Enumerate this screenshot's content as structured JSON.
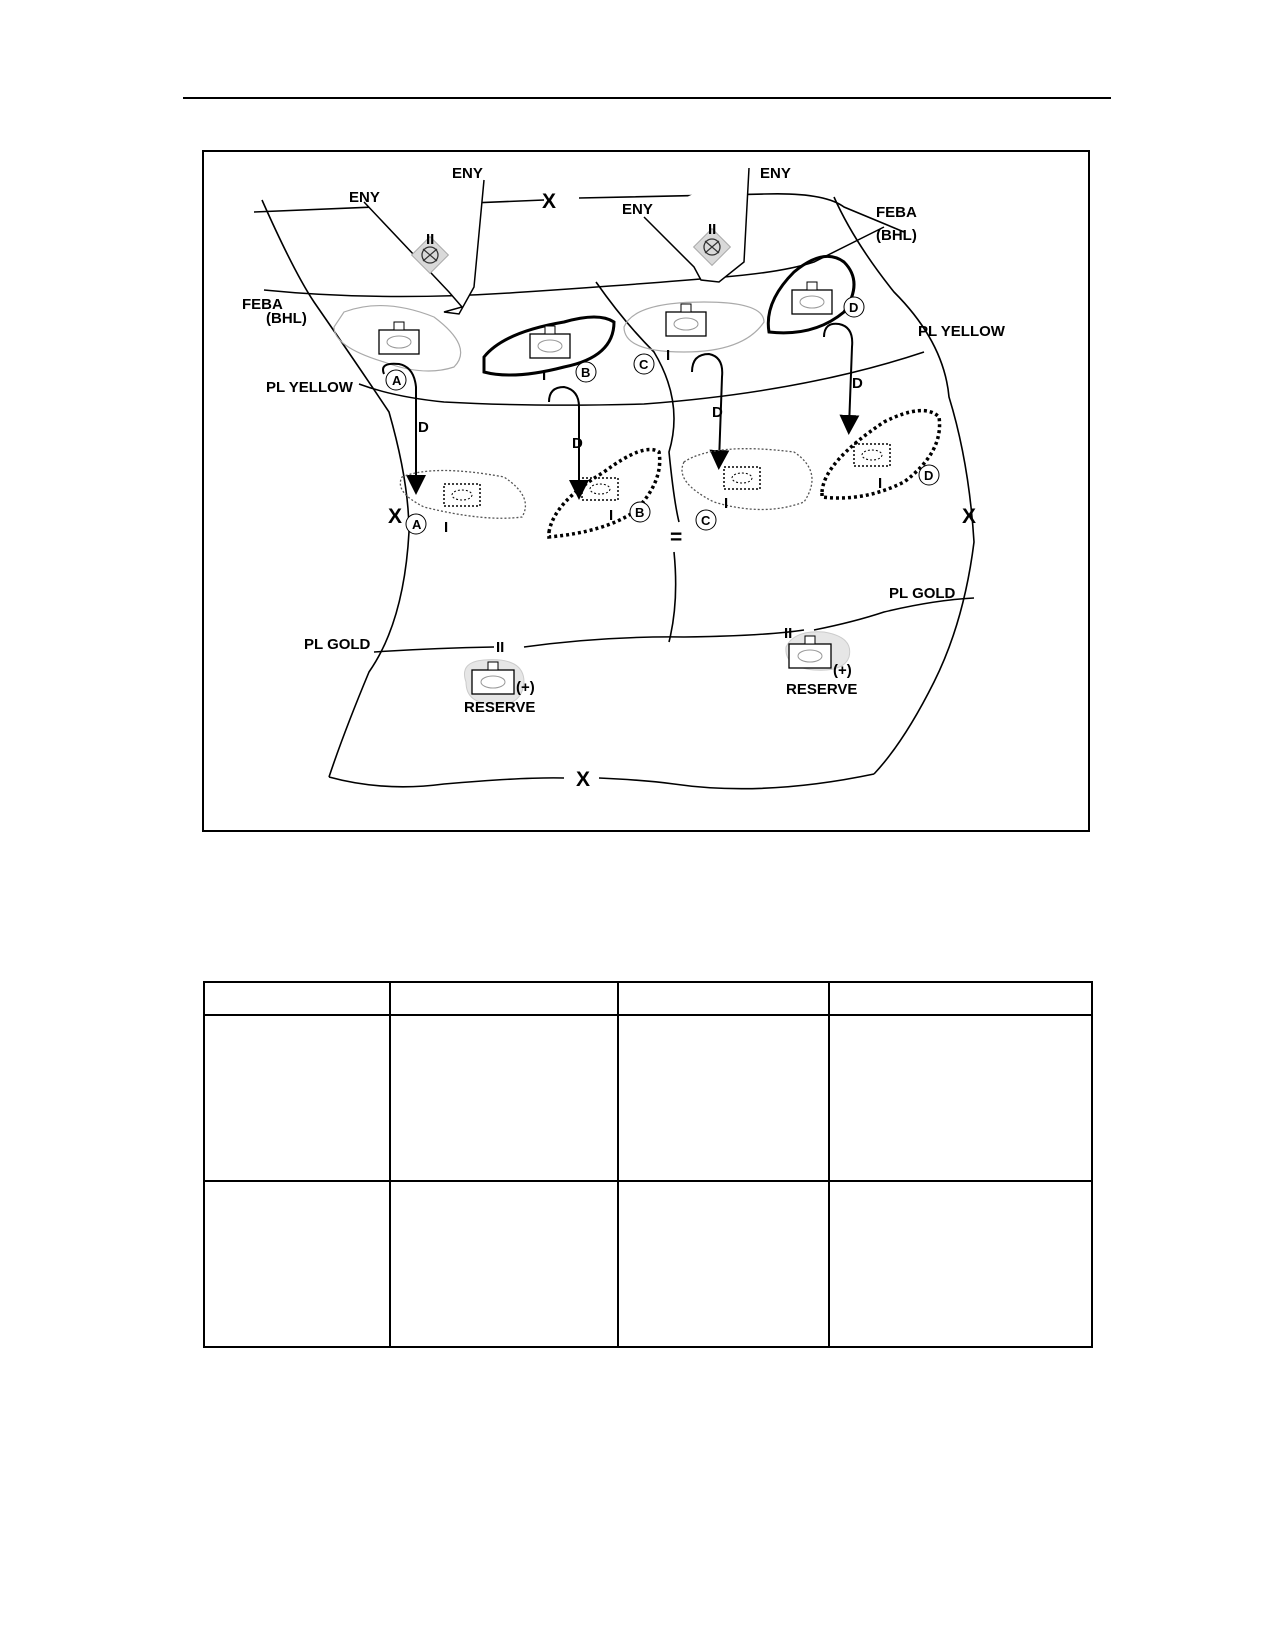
{
  "diagram": {
    "labels": {
      "eny_top_left": "ENY",
      "eny_top_right": "ENY",
      "eny_left": "ENY",
      "eny_right": "ENY",
      "feba_left": "FEBA",
      "bhl_left": "(BHL)",
      "feba_right": "FEBA",
      "bhl_right": "(BHL)",
      "pl_yellow_left": "PL YELLOW",
      "pl_yellow_right": "PL YELLOW",
      "pl_gold_left": "PL GOLD",
      "pl_gold_right": "PL GOLD",
      "reserve_left": "RESERVE",
      "reserve_right": "RESERVE",
      "plus_left": "(+)",
      "plus_right": "(+)",
      "boundary_x_top": "X",
      "boundary_x_left": "X",
      "boundary_x_right": "X",
      "boundary_x_bottom": "X",
      "boundary_center": "=",
      "enemy_echelon_left": "II",
      "enemy_echelon_right": "II",
      "reserve_echelon_left": "II",
      "reserve_echelon_right": "II",
      "arrow_d_a": "D",
      "arrow_d_b": "D",
      "arrow_d_c": "D",
      "arrow_d_d": "D",
      "company_echelon": "I"
    },
    "companies": [
      "A",
      "B",
      "C",
      "D"
    ]
  },
  "table": {
    "columns": 4,
    "rows": 2
  }
}
